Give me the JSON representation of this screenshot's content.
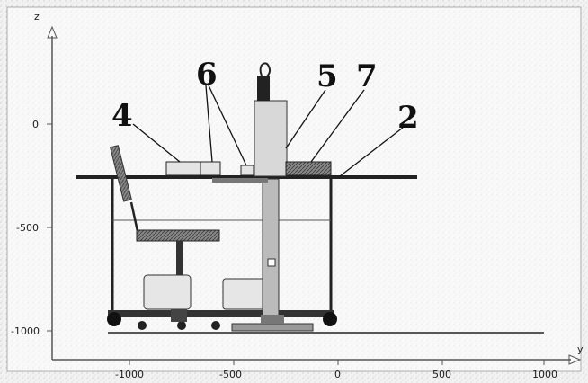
{
  "diagram": {
    "axes": {
      "vertical_axis_label": "z",
      "horizontal_axis_label": "y",
      "vertical_ticks": [
        "0",
        "-500",
        "-1000"
      ],
      "horizontal_ticks": [
        "-1000",
        "-500",
        "0",
        "500",
        "1000"
      ]
    },
    "callouts": [
      "4",
      "6",
      "5",
      "7",
      "2"
    ]
  }
}
